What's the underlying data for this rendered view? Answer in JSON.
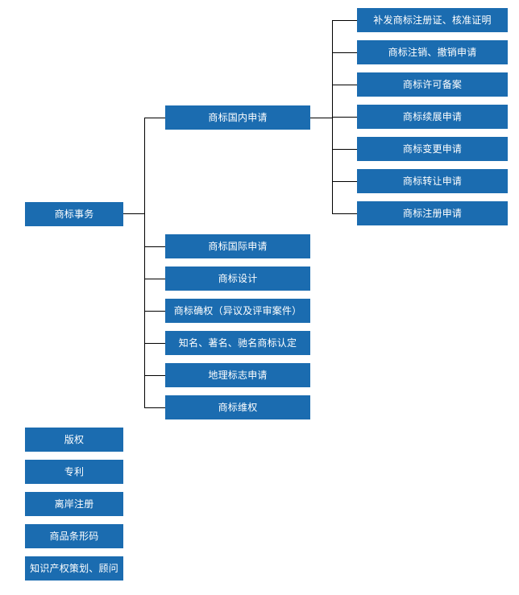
{
  "diagram": {
    "title": "商标事务",
    "background_color": "#ffffff",
    "node_color": "#1b6cb0",
    "node_text_color": "#ffffff",
    "connector_color": "#000000",
    "root": {
      "label": "商标事务"
    },
    "branches": [
      {
        "label": "商标国内申请"
      },
      {
        "label": "商标国际申请"
      },
      {
        "label": "商标设计"
      },
      {
        "label": "商标确权（异议及评审案件）"
      },
      {
        "label": "知名、著名、驰名商标认定"
      },
      {
        "label": "地理标志申请"
      },
      {
        "label": "商标维权"
      }
    ],
    "leaves": [
      {
        "label": "补发商标注册证、核准证明"
      },
      {
        "label": "商标注销、撤销申请"
      },
      {
        "label": "商标许可备案"
      },
      {
        "label": "商标续展申请"
      },
      {
        "label": "商标变更申请"
      },
      {
        "label": "商标转让申请"
      },
      {
        "label": "商标注册申请"
      }
    ],
    "standalone": [
      {
        "label": "版权"
      },
      {
        "label": "专利"
      },
      {
        "label": "离岸注册"
      },
      {
        "label": "商品条形码"
      },
      {
        "label": "知识产权策划、顾问"
      }
    ]
  }
}
